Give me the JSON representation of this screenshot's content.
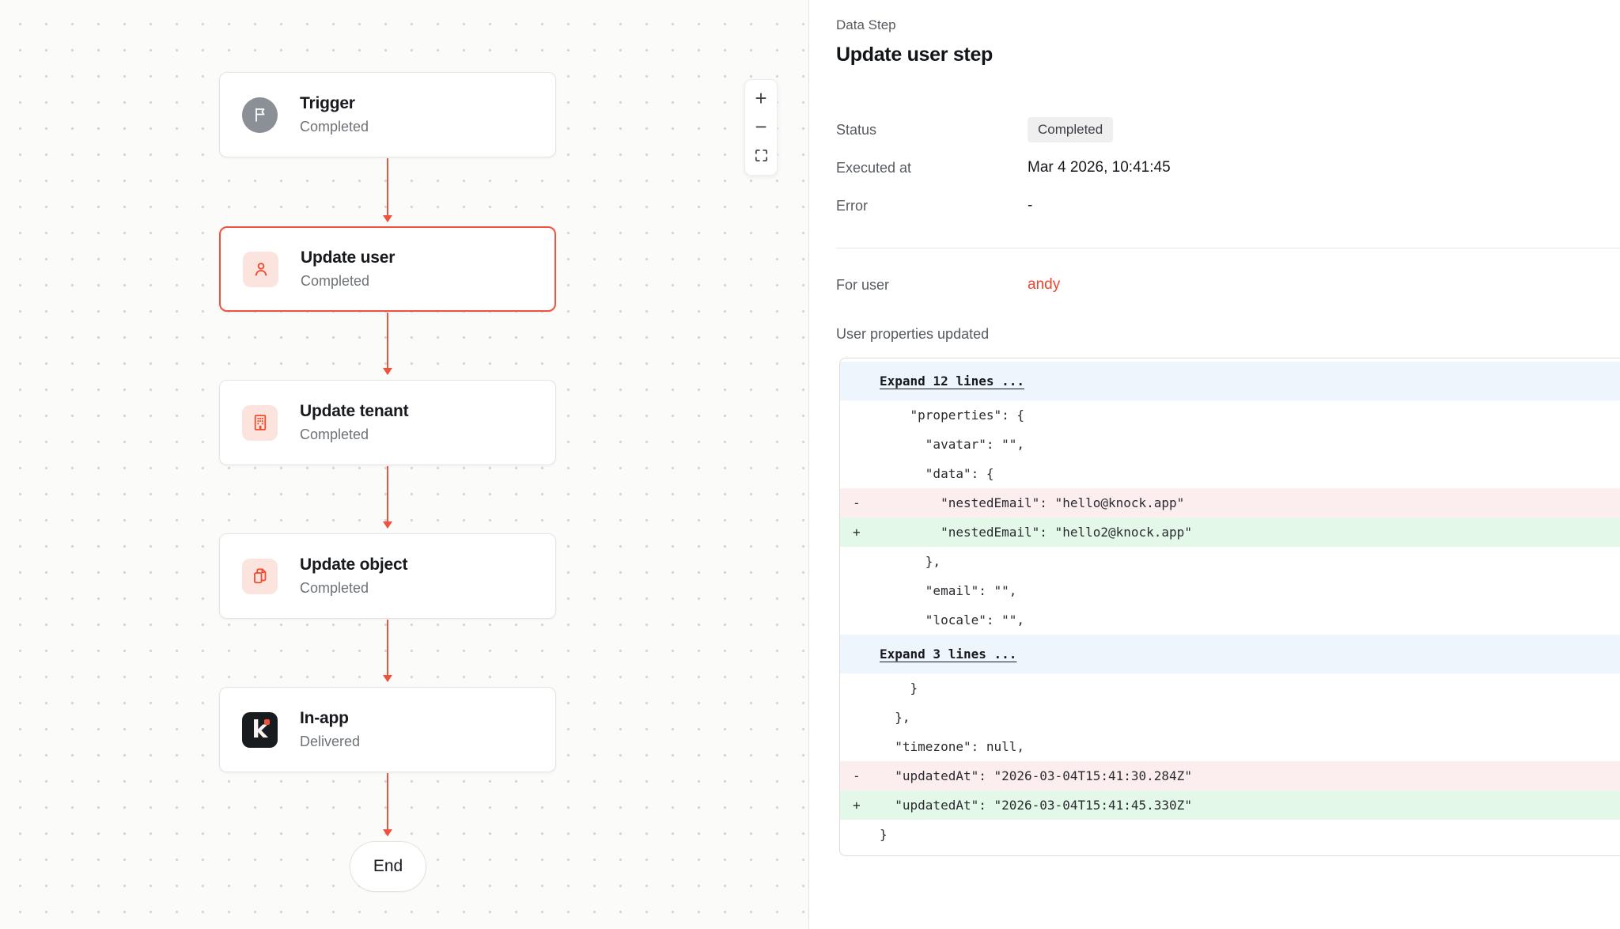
{
  "accent": "#F0523E",
  "canvas": {
    "nodes": [
      {
        "title": "Trigger",
        "status": "Completed"
      },
      {
        "title": "Update user",
        "status": "Completed"
      },
      {
        "title": "Update tenant",
        "status": "Completed"
      },
      {
        "title": "Update object",
        "status": "Completed"
      },
      {
        "title": "In-app",
        "status": "Delivered"
      }
    ],
    "end_label": "End",
    "zoom_in_label": "+",
    "zoom_out_label": "−",
    "knock_logo_letter": "k"
  },
  "panel": {
    "eyebrow": "Data Step",
    "title": "Update user step",
    "fields": [
      {
        "label": "Status",
        "value": "Completed"
      },
      {
        "label": "Executed at",
        "value": "Mar 4 2026, 10:41:45"
      },
      {
        "label": "Error",
        "value": "-"
      }
    ],
    "for_user": {
      "label": "For user",
      "value": "andy"
    },
    "diff_title": "User properties updated",
    "diff": {
      "lines": [
        {
          "type": "expand",
          "marker": "",
          "text": "Expand 12 lines ..."
        },
        {
          "type": "context",
          "marker": "",
          "text": "    \"properties\": {"
        },
        {
          "type": "context",
          "marker": "",
          "text": "      \"avatar\": \"\","
        },
        {
          "type": "context",
          "marker": "",
          "text": "      \"data\": {"
        },
        {
          "type": "removed",
          "marker": "-",
          "text": "        \"nestedEmail\": \"hello@knock.app\""
        },
        {
          "type": "added",
          "marker": "+",
          "text": "        \"nestedEmail\": \"hello2@knock.app\""
        },
        {
          "type": "context",
          "marker": "",
          "text": "      },"
        },
        {
          "type": "context",
          "marker": "",
          "text": "      \"email\": \"\","
        },
        {
          "type": "context",
          "marker": "",
          "text": "      \"locale\": \"\","
        },
        {
          "type": "expand",
          "marker": "",
          "text": "Expand 3 lines ..."
        },
        {
          "type": "context",
          "marker": "",
          "text": "    }"
        },
        {
          "type": "context",
          "marker": "",
          "text": "  },"
        },
        {
          "type": "context",
          "marker": "",
          "text": "  \"timezone\": null,"
        },
        {
          "type": "removed",
          "marker": "-",
          "text": "  \"updatedAt\": \"2026-03-04T15:41:30.284Z\""
        },
        {
          "type": "added",
          "marker": "+",
          "text": "  \"updatedAt\": \"2026-03-04T15:41:45.330Z\""
        },
        {
          "type": "context",
          "marker": "",
          "text": "}"
        }
      ]
    }
  }
}
